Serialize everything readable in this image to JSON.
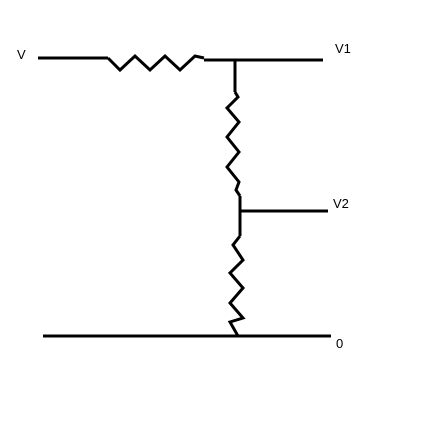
{
  "diagram": {
    "labels": {
      "input": "V",
      "output_1": "V1",
      "output_2": "V2",
      "ground": "0"
    },
    "colors": {
      "background": "#ffffff",
      "stroke": "#000000"
    }
  }
}
